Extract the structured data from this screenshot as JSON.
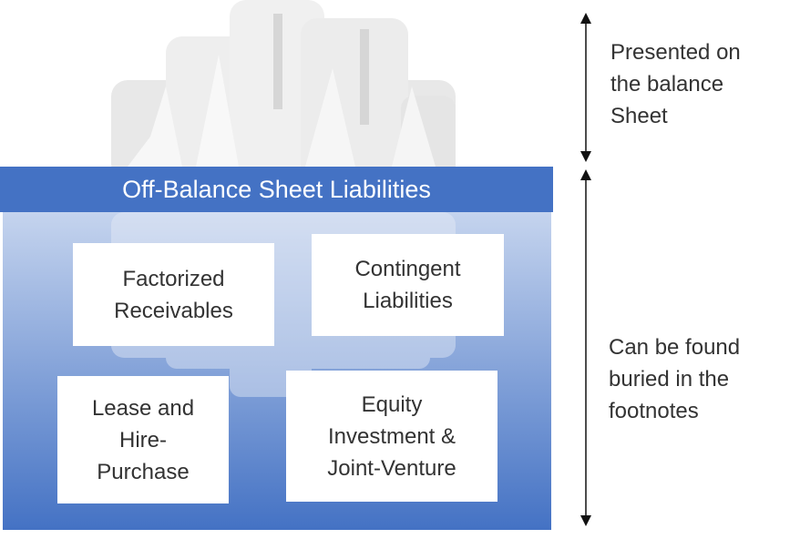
{
  "banner": {
    "label": "Off-Balance Sheet Liabilities"
  },
  "cards": [
    {
      "lines": [
        "Factorized",
        "Receivables"
      ]
    },
    {
      "lines": [
        "Contingent",
        "Liabilities"
      ]
    },
    {
      "lines": [
        "Lease and",
        "Hire-",
        "Purchase"
      ]
    },
    {
      "lines": [
        "Equity",
        "Investment &",
        "Joint-Venture"
      ]
    }
  ],
  "annotations": {
    "top": {
      "lines": [
        "Presented on",
        "the balance",
        "Sheet"
      ]
    },
    "bottom": {
      "lines": [
        "Can be found",
        "buried in the",
        "footnotes"
      ]
    }
  },
  "colors": {
    "banner": "#4472c4",
    "water_top": "#b4c7e7",
    "water_bottom": "#4472c4",
    "iceberg": "#e7e7e7"
  }
}
